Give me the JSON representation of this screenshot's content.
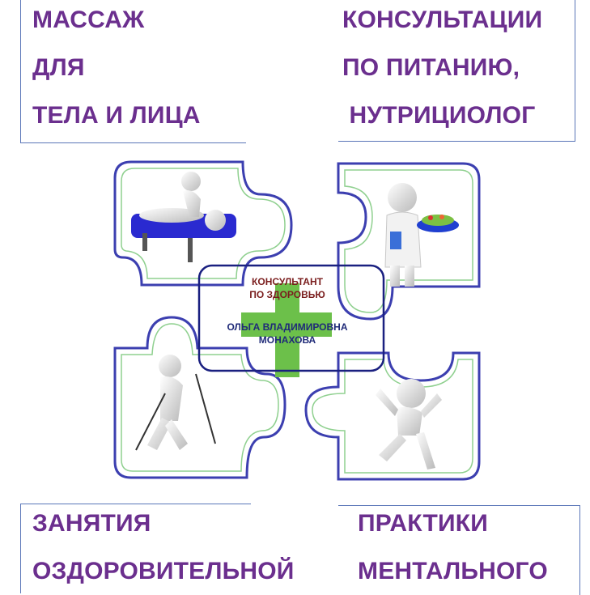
{
  "top_left": {
    "lines": [
      "МАССАЖ",
      "ДЛЯ",
      "ТЕЛА И ЛИЦА"
    ]
  },
  "top_right": {
    "lines": [
      "КОНСУЛЬТАЦИИ",
      "ПО ПИТАНИЮ,",
      " НУТРИЦИОЛОГ"
    ]
  },
  "bottom_left": {
    "lines": [
      "ЗАНЯТИЯ",
      "ОЗДОРОВИТЕЛЬНОЙ"
    ]
  },
  "bottom_right": {
    "lines": [
      "ПРАКТИКИ",
      "МЕНТАЛЬНОГО"
    ]
  },
  "badge": {
    "role_lines": [
      "КОНСУЛЬТАНТ",
      "ПО ЗДОРОВЬЮ"
    ],
    "name_lines": [
      "ОЛЬГА ВЛАДИМИРОВНА",
      "МОНАХОВА"
    ]
  },
  "colors": {
    "heading": "#6b2f8e",
    "puzzle_outline": "#3c3fb0",
    "puzzle_inner": "#8fd08f",
    "cross": "#6cc04a",
    "badge_border": "#1a2080",
    "role_text": "#7a1d1d",
    "name_text": "#1f2a78"
  },
  "icons": [
    "massage-figure-icon",
    "nutritionist-figure-icon",
    "nordic-walking-figure-icon",
    "joyful-jumping-figure-icon",
    "medical-cross-icon"
  ]
}
